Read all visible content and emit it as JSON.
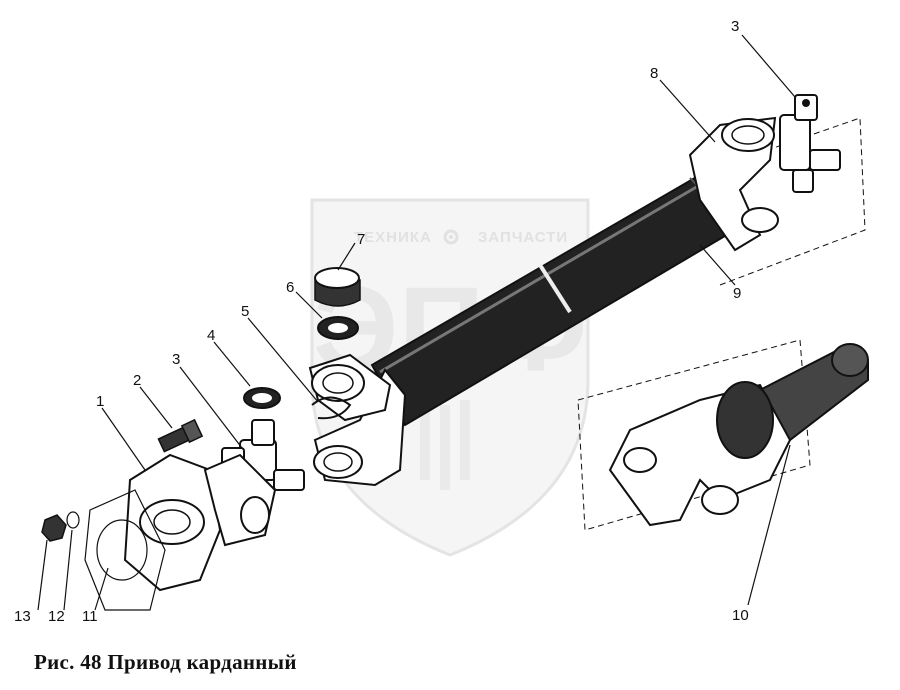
{
  "caption": "Рис. 48 Привод карданный",
  "watermark": {
    "left_text": "ТЕХНИКА",
    "right_text": "ЗАПЧАСТИ",
    "logo_letters": "ЭПФ",
    "gear_icon": "gear-icon"
  },
  "callouts": [
    {
      "id": "1",
      "label": "1"
    },
    {
      "id": "2",
      "label": "2"
    },
    {
      "id": "3a",
      "label": "3"
    },
    {
      "id": "3b",
      "label": "3"
    },
    {
      "id": "4",
      "label": "4"
    },
    {
      "id": "5",
      "label": "5"
    },
    {
      "id": "6",
      "label": "6"
    },
    {
      "id": "7",
      "label": "7"
    },
    {
      "id": "8",
      "label": "8"
    },
    {
      "id": "9",
      "label": "9"
    },
    {
      "id": "10",
      "label": "10"
    },
    {
      "id": "11",
      "label": "11"
    },
    {
      "id": "12",
      "label": "12"
    },
    {
      "id": "13",
      "label": "13"
    }
  ]
}
